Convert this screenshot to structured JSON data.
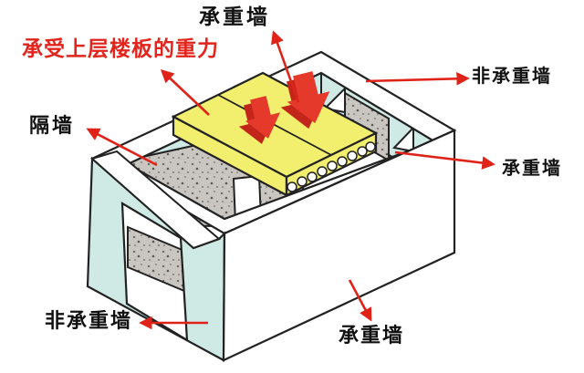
{
  "diagram": {
    "labels": {
      "top_load_bearing": "承重墙",
      "gravity_caption": "承受上层楼板的重力",
      "partition": "隔墙",
      "right_non_load_bearing": "非承重墙",
      "right_load_bearing": "承重墙",
      "bottom_non_load_bearing": "非承重墙",
      "bottom_load_bearing": "承重墙"
    },
    "colors": {
      "wall_blue": "#cfe9e5",
      "slab_yellow": "#f2ee6e",
      "concrete_gray": "#c9c5c0",
      "speckle_dark": "#5f5a54",
      "arrow_red": "#e02318",
      "block_arrow_red": "#e5392c",
      "block_arrow_shadow": "#c2261b",
      "text_red": "#e3241c",
      "outline": "#222222",
      "background": "#ffffff"
    }
  }
}
